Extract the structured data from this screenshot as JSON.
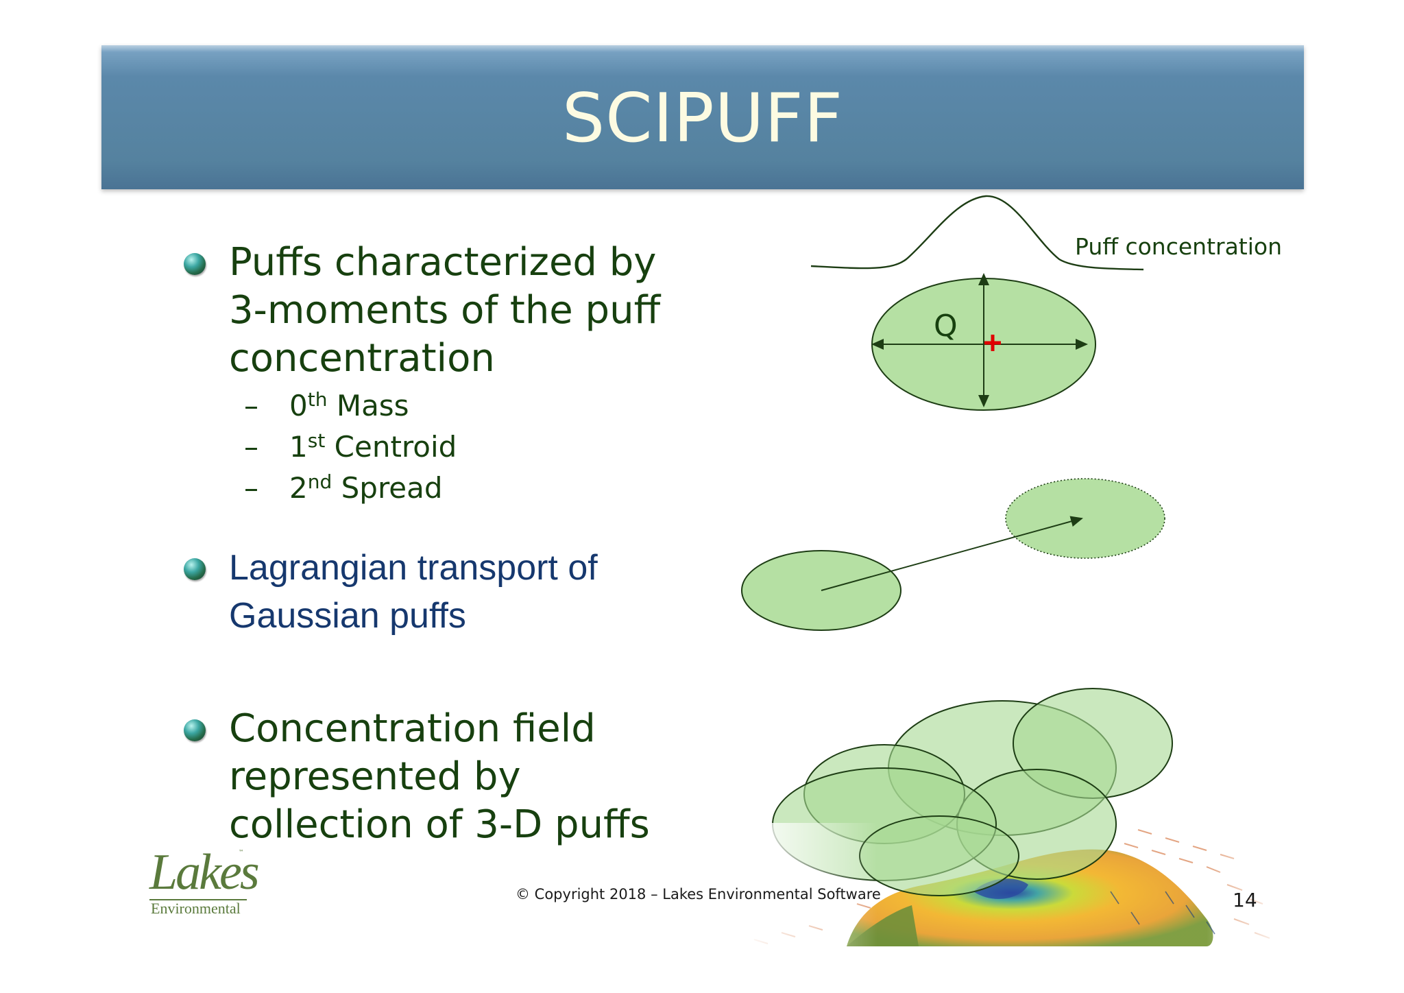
{
  "slide": {
    "title": "SCIPUFF",
    "bullets": [
      {
        "lines": [
          "Puffs characterized by",
          "3-moments of the puff",
          "concentration"
        ],
        "sub_items": [
          {
            "dash": "–",
            "num": "0",
            "sup": "th",
            "text": "Mass"
          },
          {
            "dash": "–",
            "num": "1",
            "sup": "st",
            "text": "Centroid"
          },
          {
            "dash": "–",
            "num": "2",
            "sup": "nd",
            "text": "Spread"
          }
        ]
      },
      {
        "lines": [
          "Lagrangian transport of",
          "Gaussian puffs"
        ]
      },
      {
        "lines": [
          "Concentration field",
          "represented by",
          "collection of 3-D puffs"
        ]
      }
    ],
    "diagram": {
      "puff_concentration_label": "Puff concentration",
      "q_label": "Q"
    },
    "footer": {
      "copyright": "© Copyright 2018 – Lakes Environmental Software",
      "page_number": "14"
    },
    "logo": {
      "word": "Lakes",
      "sub": "Environmental",
      "tm": "™"
    }
  },
  "colors": {
    "title_bar": "#55829f",
    "title_text": "#fdfbe2",
    "bullet_text_green": "#17400f",
    "bullet_text_blue": "#16386e",
    "puff_fill": "#b5e0a3",
    "puff_stroke": "#1d3d14",
    "centroid_marker": "#e00000"
  }
}
